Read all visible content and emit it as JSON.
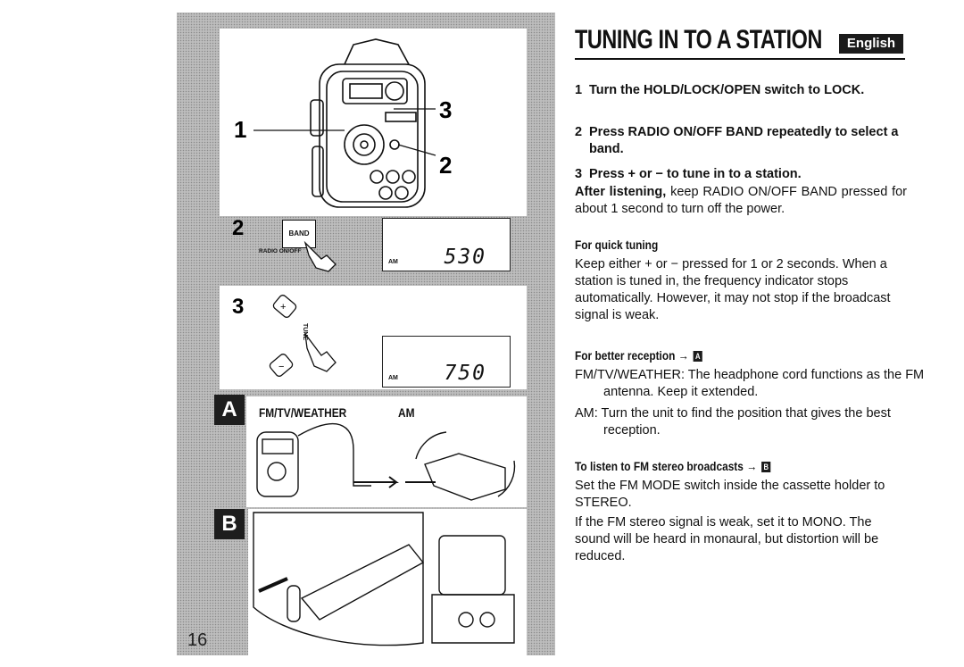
{
  "title": "TUNING IN TO A STATION",
  "language_tab": "English",
  "page_number": "16",
  "steps": [
    {
      "num": "1",
      "text": "Turn the HOLD/LOCK/OPEN switch to LOCK."
    },
    {
      "num": "2",
      "text": "Press RADIO ON/OFF BAND repeatedly to select a band."
    },
    {
      "num": "3",
      "text": "Press + or − to tune in to a station."
    }
  ],
  "after_listening": {
    "lead": "After listening,",
    "text": "keep RADIO ON/OFF BAND pressed for about 1 second to turn off the power."
  },
  "quick_tuning": {
    "heading": "For quick tuning",
    "text": "Keep either + or − pressed for 1 or 2 seconds. When a station is tuned in, the frequency indicator stops automatically. However, it may not stop if the broadcast signal is weak."
  },
  "better_reception": {
    "heading": "For better reception →",
    "ref": "A",
    "fm": "FM/TV/WEATHER: The headphone cord functions as the FM antenna. Keep it extended.",
    "am": "AM: Turn the unit to find the position that gives the best reception."
  },
  "stereo": {
    "heading": "To listen to FM stereo broadcasts →",
    "ref": "B",
    "text1": "Set the FM MODE switch inside the cassette holder to STEREO.",
    "text2": "If the FM stereo signal is weak, set it to MONO. The sound will be heard in monaural, but distortion will be reduced."
  },
  "illustration": {
    "callouts": [
      "1",
      "2",
      "3"
    ],
    "step2_label": "2",
    "step3_label": "3",
    "band_button": "BAND",
    "radio_onoff": "RADIO ON/OFF",
    "tune_label": "TUNE",
    "lcd1": {
      "band": "AM",
      "freq": "530"
    },
    "lcd2": {
      "band": "AM",
      "freq": "750"
    },
    "section_a": "A",
    "section_a_fm": "FM/TV/WEATHER",
    "section_a_am": "AM",
    "section_b": "B"
  }
}
